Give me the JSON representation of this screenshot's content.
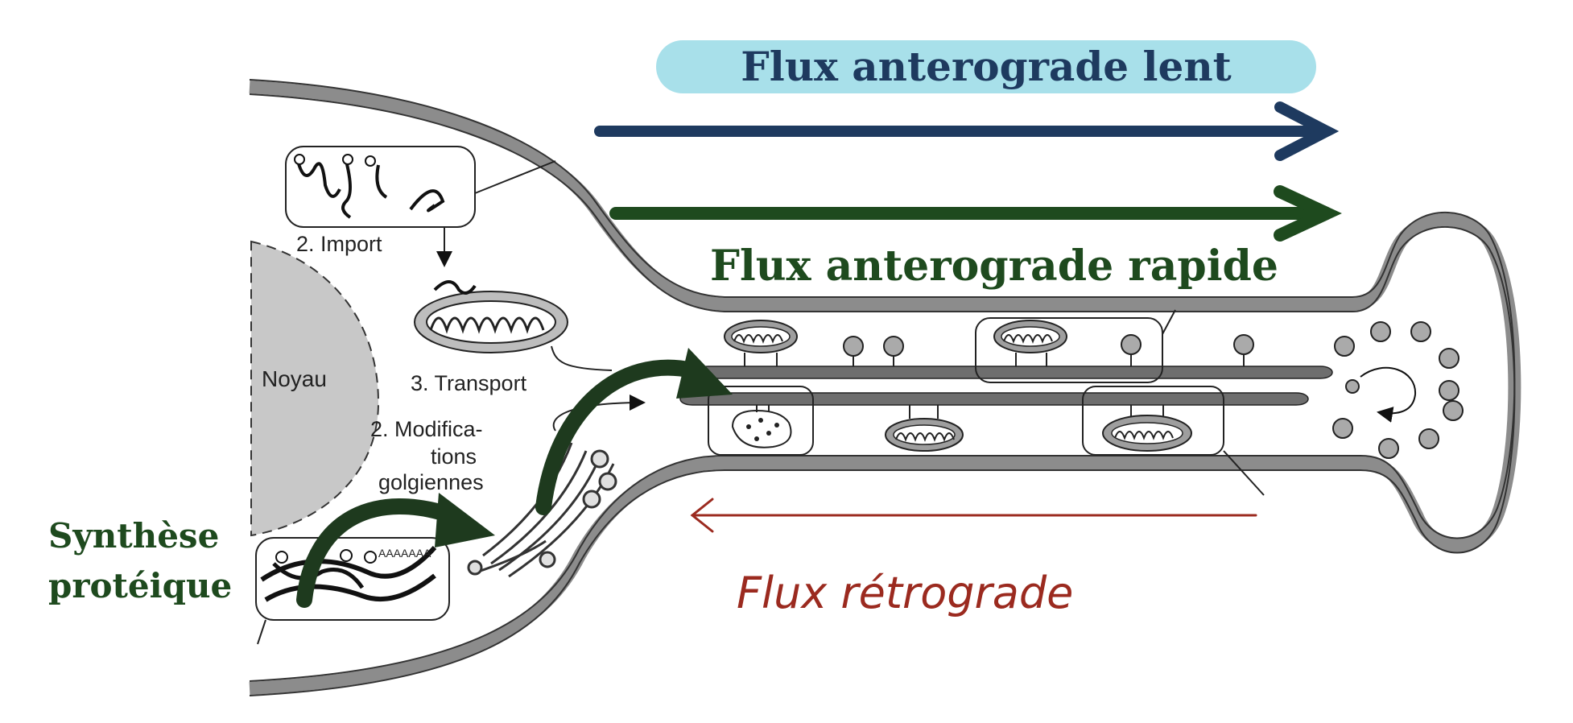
{
  "diagram": {
    "slow_flux_label": "Flux anterograde lent",
    "fast_flux_label": "Flux anterograde  rapide",
    "retro_flux_label": "Flux rétrograde",
    "synthesis_label_line1": "Synthèse",
    "synthesis_label_line2": "protéique",
    "nucleus_label": "Noyau",
    "step_import": "2. Import",
    "step_transport": "3. Transport",
    "step_golgi_line1": "2. Modifica-",
    "step_golgi_line2": "tions",
    "step_golgi_line3": "golgiennes",
    "polya_label": "AAAAAAA"
  },
  "colors": {
    "slow_flux": "#1e3a5f",
    "slow_flux_banner": "#a8e0ea",
    "fast_flux": "#1e4a1e",
    "retro_flux": "#9b2a1f",
    "synthesis_text": "#1e4a1e",
    "membrane": "#8c8c8c",
    "nucleus": "#c8c8c8",
    "microtubule": "#6e6e6e"
  }
}
